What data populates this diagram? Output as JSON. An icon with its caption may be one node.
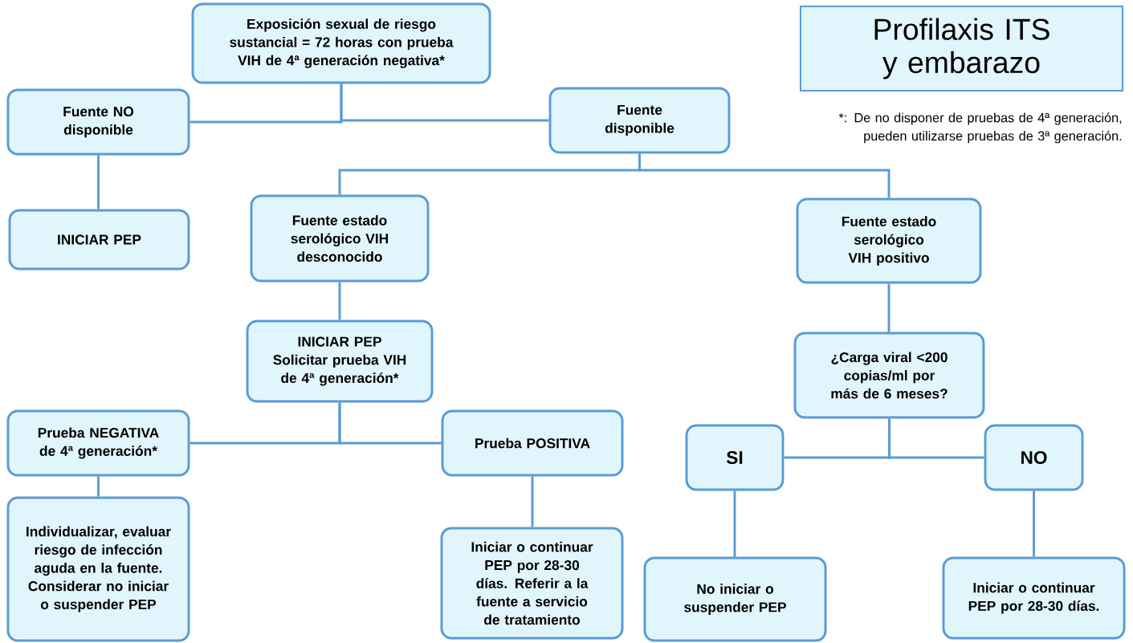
{
  "diagram": {
    "nodes": [
      {
        "text": [
          "Exposición sexual de riesgo sustancial = 72 horas con prueba VIH de 4ª generación negativa*"
        ]
      },
      {
        "text": [
          "Fuente NO disponible"
        ]
      },
      {
        "text": [
          "Fuente disponible"
        ]
      },
      {
        "text": [
          "INICIAR PEP"
        ]
      },
      {
        "text": [
          "Fuente estado serológico VIH desconocido"
        ]
      },
      {
        "text": [
          "Fuente estado serológico VIH positivo"
        ]
      },
      {
        "text": [
          "INICIAR PEP",
          "Solicitar prueba VIH de 4ª generación*"
        ]
      },
      {
        "text": [
          "¿Carga viral <200 copias/ml por más de 6 meses?"
        ]
      },
      {
        "text": [
          "Prueba NEGATIVA de 4ª generación*"
        ]
      },
      {
        "text": [
          "Prueba POSITIVA"
        ]
      },
      {
        "text": [
          "SI"
        ]
      },
      {
        "text": [
          "NO"
        ]
      },
      {
        "text": [
          "Individualizar, evaluar riesgo de infección aguda en la fuente. Considerar no iniciar o suspender PEP"
        ]
      },
      {
        "text": [
          "Iniciar o continuar PEP por 28-30 días. Referir a la fuente a servicio de tratamiento"
        ]
      },
      {
        "text": [
          "No iniciar o suspender PEP"
        ]
      },
      {
        "text": [
          "Iniciar o continuar PEP por 28-30 días."
        ]
      },
      {
        "text": [
          "Profilaxis ITS y embarazo"
        ]
      }
    ],
    "edges": [
      {
        "from": 0,
        "to": 1,
        "arrow": "none"
      },
      {
        "from": 0,
        "to": 2,
        "arrow": "none"
      },
      {
        "from": 1,
        "to": 3,
        "arrow": "none"
      },
      {
        "from": 2,
        "to": 4,
        "arrow": "none"
      },
      {
        "from": 2,
        "to": 5,
        "arrow": "none"
      },
      {
        "from": 4,
        "to": 6,
        "arrow": "none"
      },
      {
        "from": 6,
        "to": 8,
        "arrow": "none"
      },
      {
        "from": 6,
        "to": 9,
        "arrow": "none"
      },
      {
        "from": 8,
        "to": 12,
        "arrow": "none"
      },
      {
        "from": 9,
        "to": 13,
        "arrow": "none"
      },
      {
        "from": 5,
        "to": 7,
        "arrow": "none"
      },
      {
        "from": 7,
        "to": 10,
        "arrow": "none"
      },
      {
        "from": 7,
        "to": 11,
        "arrow": "none"
      },
      {
        "from": 10,
        "to": 14,
        "arrow": "none"
      },
      {
        "from": 11,
        "to": 15,
        "arrow": "none"
      }
    ],
    "labels": [
      "*: De no disponer de pruebas de 4ª generación, pueden utilizarse pruebas de 3ª generación."
    ]
  }
}
